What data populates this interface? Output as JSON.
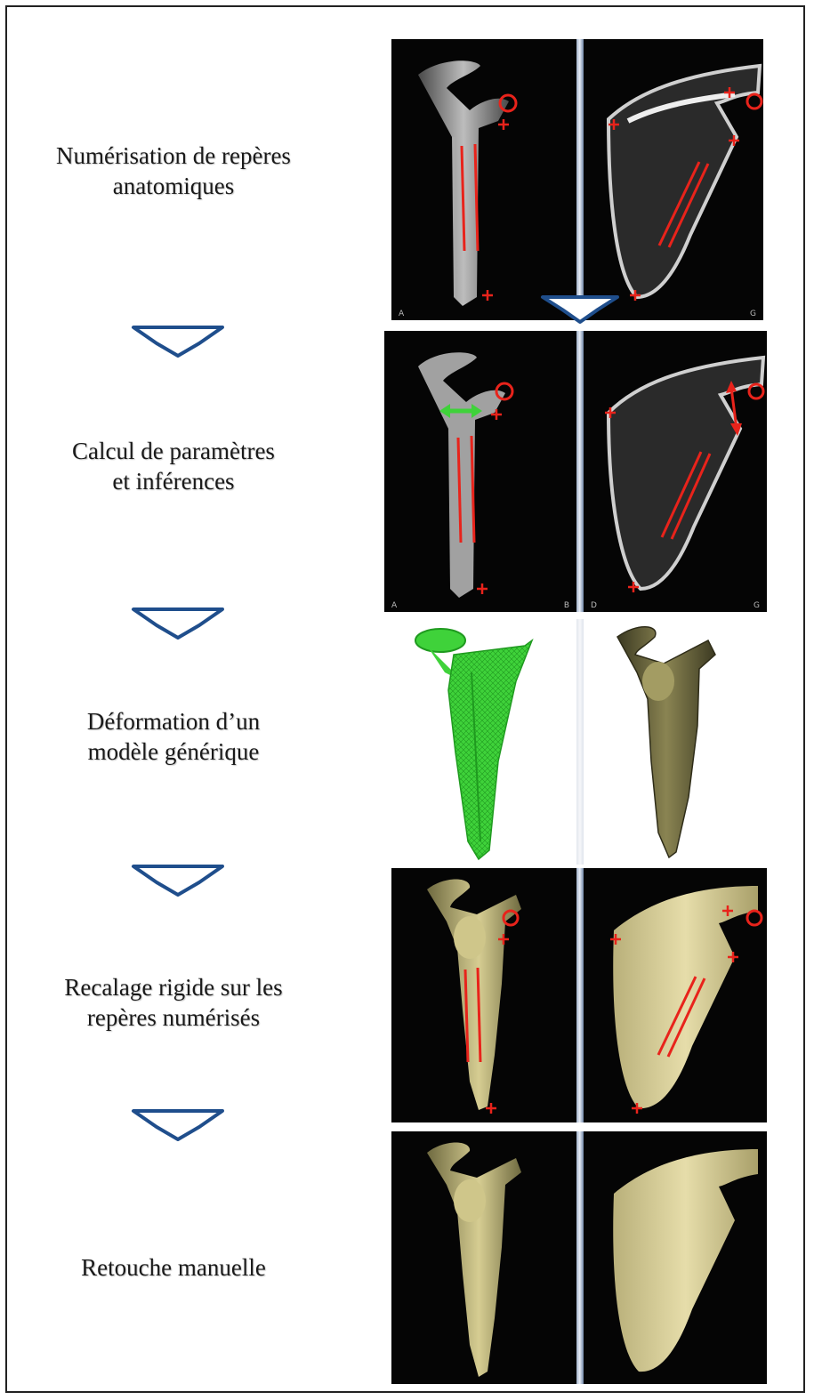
{
  "steps": [
    {
      "label_line1": "Numérisation de repères",
      "label_line2": "anatomiques"
    },
    {
      "label_line1": "Calcul de paramètres",
      "label_line2": "et inférences"
    },
    {
      "label_line1": "Déformation d’un",
      "label_line2": "modèle générique"
    },
    {
      "label_line1": "Recalage rigide sur les",
      "label_line2": "repères numérisés"
    },
    {
      "label_line1": "Retouche manuelle",
      "label_line2": ""
    }
  ],
  "panel_corner_labels": {
    "row1_left": "A",
    "row1_right": "G",
    "row2_left_a": "A",
    "row2_left_b": "B",
    "row2_right_a": "D",
    "row2_right_b": "G"
  },
  "colors": {
    "arrow_stroke": "#1f4e8c",
    "landmark_red": "#e8231b",
    "mesh_green": "#3fd23a",
    "bone_olive": "#bdb47c",
    "bone_olive_dark": "#6f6a40",
    "xray_bone": "#d8d8d8"
  },
  "icons": [
    "down-arrow-icon",
    "landmark-cross-icon",
    "landmark-circle-icon",
    "measure-arrow-icon"
  ]
}
